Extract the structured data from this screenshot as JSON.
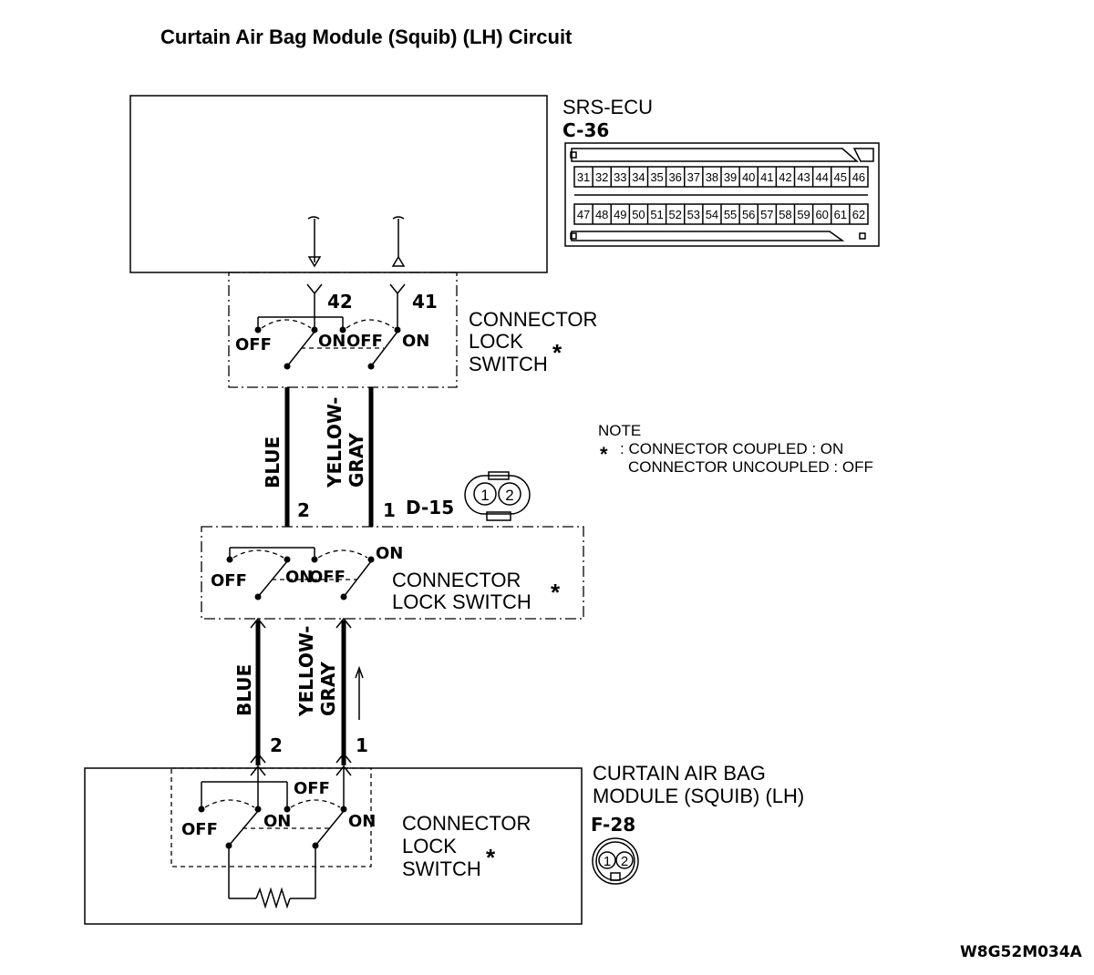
{
  "title": "Curtain Air Bag Module (Squib) (LH) Circuit",
  "ecu": {
    "name": "SRS-ECU",
    "connector": "C-36",
    "pins_top": [
      "31",
      "32",
      "33",
      "34",
      "35",
      "36",
      "37",
      "38",
      "39",
      "40",
      "41",
      "42",
      "43",
      "44",
      "45",
      "46"
    ],
    "pins_bottom": [
      "47",
      "48",
      "49",
      "50",
      "51",
      "52",
      "53",
      "54",
      "55",
      "56",
      "57",
      "58",
      "59",
      "60",
      "61",
      "62"
    ]
  },
  "ecu_terminals": {
    "left": "42",
    "right": "41"
  },
  "switch_labels": {
    "off": "OFF",
    "on": "ON"
  },
  "lock_switch_1": {
    "line1": "CONNECTOR",
    "line2": "LOCK",
    "line3": "SWITCH",
    "star": "*"
  },
  "lock_switch_2": {
    "line1": "CONNECTOR",
    "line2": "LOCK SWITCH",
    "star": "*"
  },
  "lock_switch_3": {
    "line1": "CONNECTOR",
    "line2": "LOCK",
    "line3": "SWITCH",
    "star": "*"
  },
  "note": {
    "heading": "NOTE",
    "star": "*",
    "line1": ": CONNECTOR COUPLED : ON",
    "line2": "CONNECTOR UNCOUPLED : OFF"
  },
  "wires": {
    "blue": "BLUE",
    "yellow_1": "YELLOW-",
    "yellow_2": "GRAY"
  },
  "d15": {
    "connector": "D-15",
    "pin_left": "2",
    "pin_right": "1",
    "face": [
      "1",
      "2"
    ]
  },
  "module": {
    "line1": "CURTAIN AIR BAG",
    "line2": "MODULE (SQUIB) (LH)",
    "connector": "F-28",
    "pin_left": "2",
    "pin_right": "1",
    "face": [
      "1",
      "2"
    ]
  },
  "figure_code": "W8G52M034A"
}
